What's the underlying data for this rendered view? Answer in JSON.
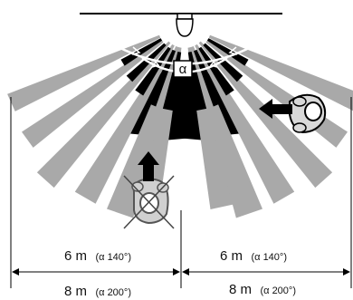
{
  "diagram": {
    "alpha_symbol": "α",
    "dimensions": {
      "left_6m": {
        "value": "6 m",
        "angle": "(α 140°)"
      },
      "right_6m": {
        "value": "6 m",
        "angle": "(α 140°)"
      },
      "left_8m": {
        "value": "8 m",
        "angle": "(α 200°)"
      },
      "right_8m": {
        "value": "8 m",
        "angle": "(α 200°)"
      }
    },
    "colors": {
      "ray_dark": "#000000",
      "ray_light": "#a9a9a9",
      "outline": "#000000",
      "crossed_out": "#555555",
      "background": "#ffffff"
    },
    "icons": [
      "motion-detector-icon",
      "person-approaching-icon",
      "person-crossing-icon",
      "arrow-left-icon",
      "arrow-up-icon",
      "cross-out-icon"
    ]
  }
}
